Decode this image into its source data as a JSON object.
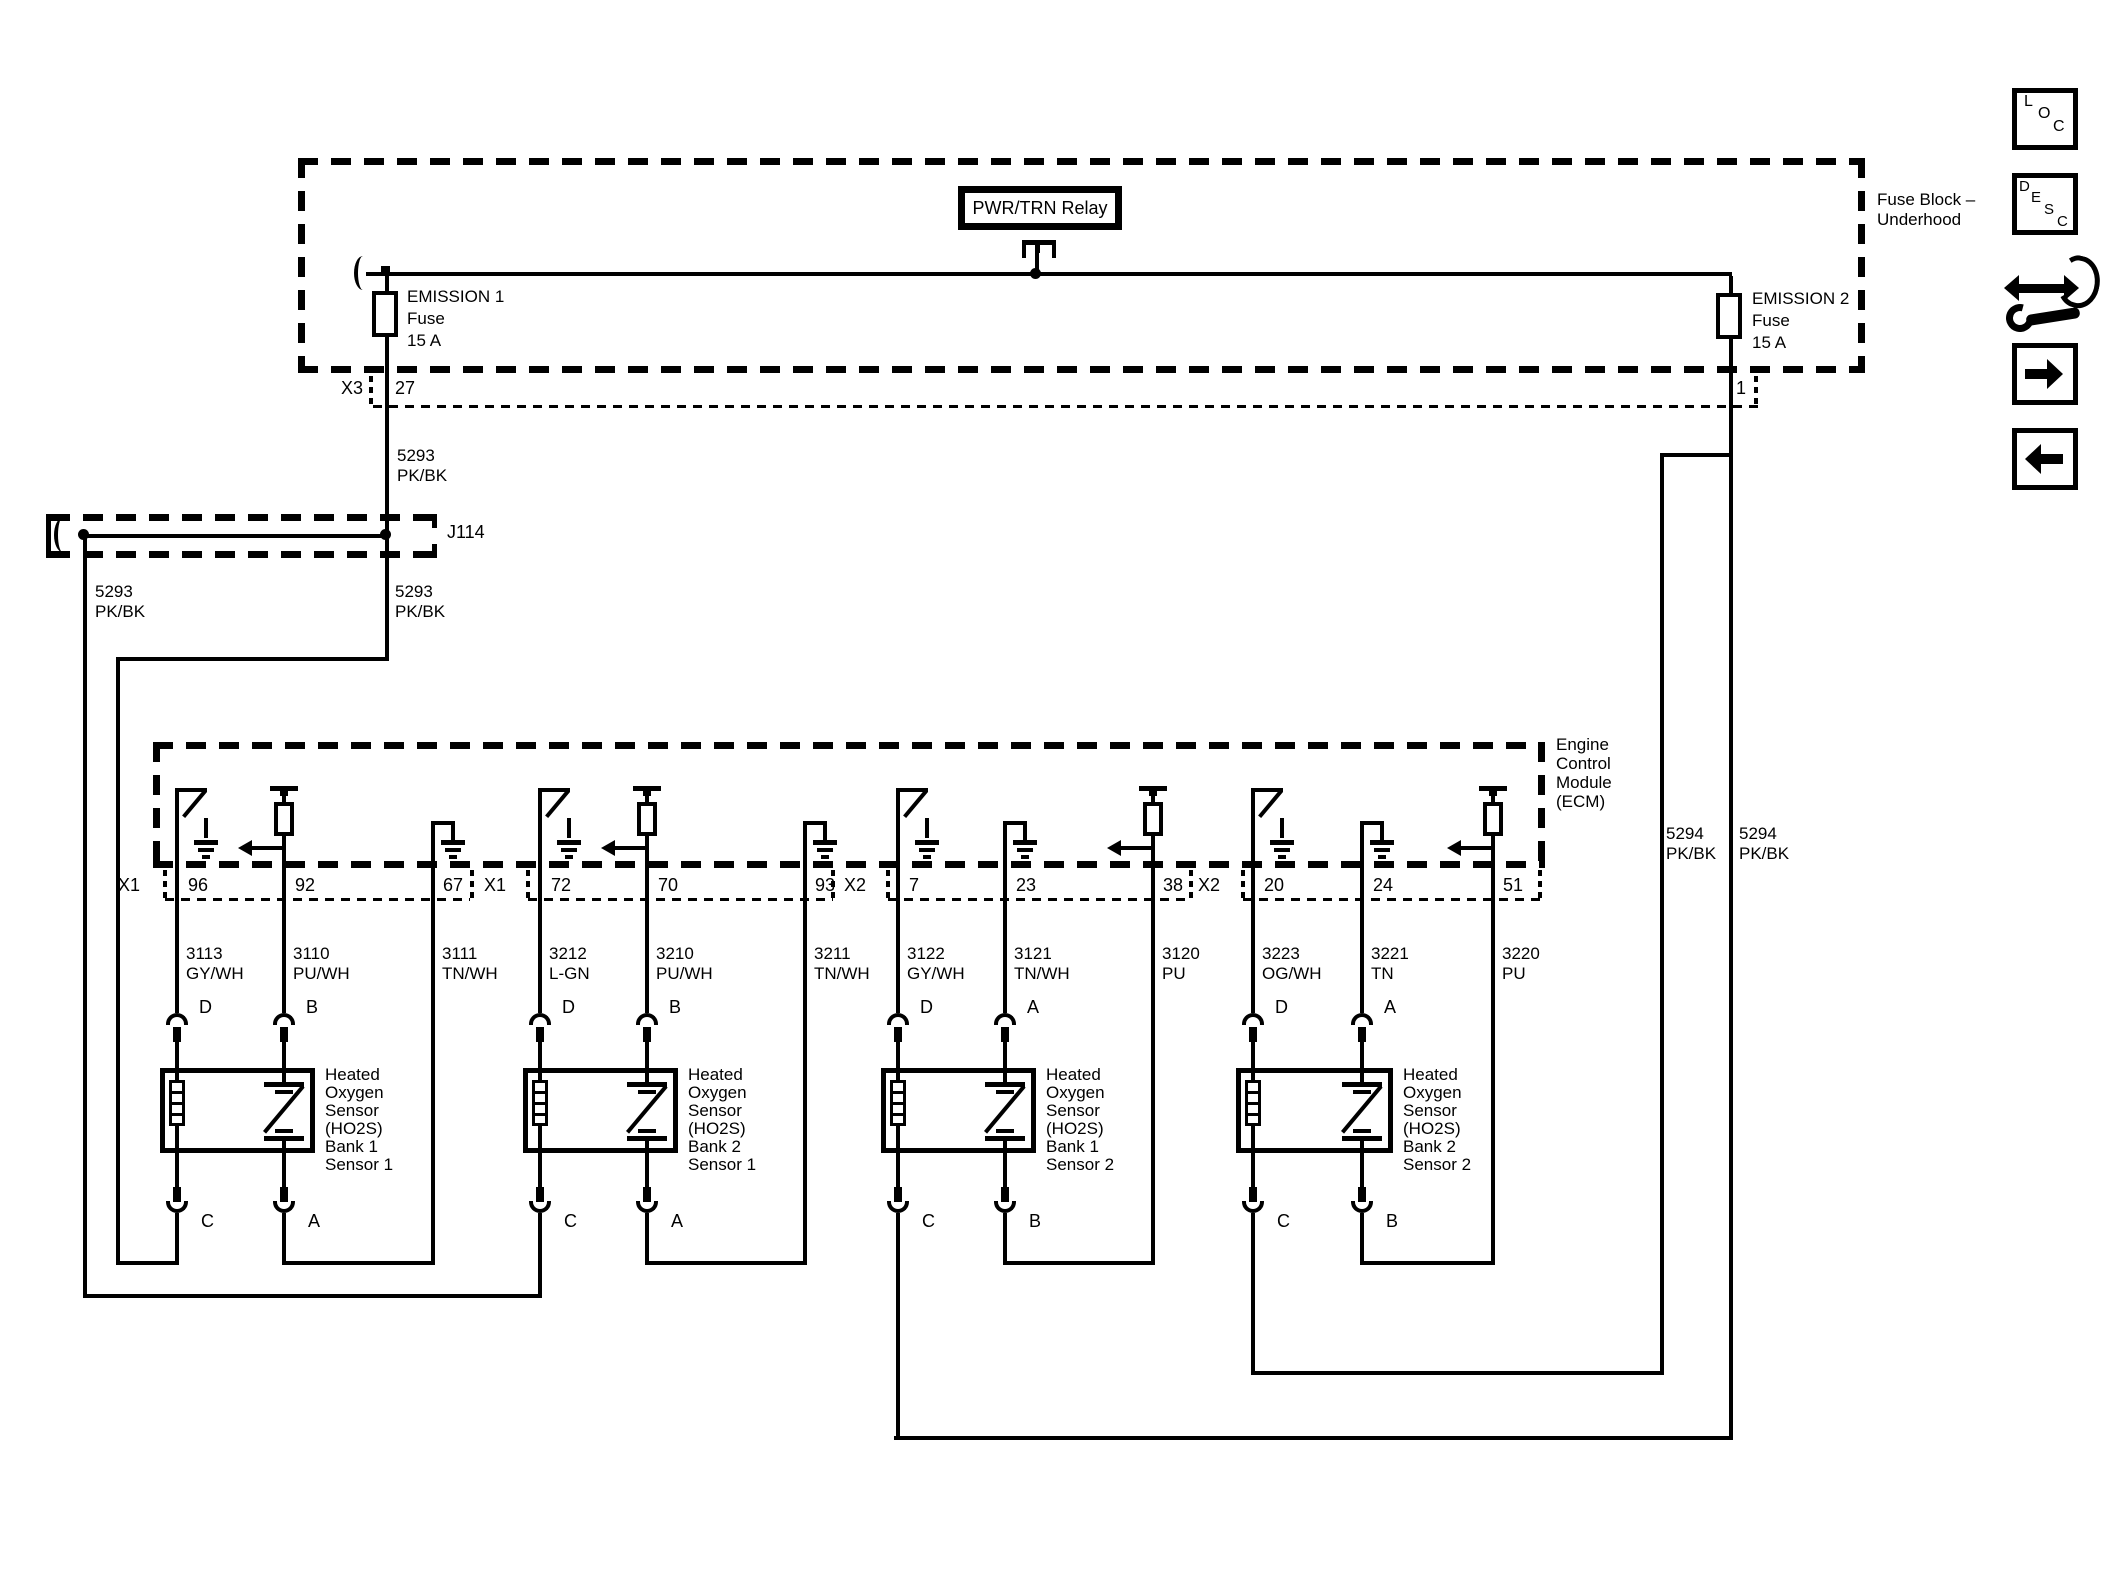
{
  "colors": {
    "line": "#000000",
    "background": "#ffffff"
  },
  "toolbar": {
    "loc": [
      "L",
      "O",
      "C"
    ],
    "desc": [
      "D",
      "E",
      "S",
      "C"
    ]
  },
  "fuse_block": {
    "title": "Fuse Block –\nUnderhood",
    "relay_label": "PWR/TRN Relay",
    "fuse1": {
      "name": "EMISSION 1",
      "kind": "Fuse",
      "rating": "15 A",
      "connector": "X3",
      "pin": "27"
    },
    "fuse2": {
      "name": "EMISSION 2",
      "kind": "Fuse",
      "rating": "15 A",
      "pin": "1"
    }
  },
  "splice": {
    "id": "J114"
  },
  "wires": {
    "w5293_upper": "5293\nPK/BK",
    "w5293_left": "5293\nPK/BK",
    "w5293_right": "5293\nPK/BK",
    "w5294_inner": "5294\nPK/BK",
    "w5294_outer": "5294\nPK/BK"
  },
  "ecm": {
    "title": "Engine\nControl\nModule\n(ECM)",
    "groups": [
      {
        "conn": "X1",
        "pins": [
          "96",
          "92",
          "67"
        ],
        "wires": [
          "3113\nGY/WH",
          "3110\nPU/WH",
          "3111\nTN/WH"
        ]
      },
      {
        "conn": "X1",
        "pins": [
          "72",
          "70",
          "93"
        ],
        "wires": [
          "3212\nL-GN",
          "3210\nPU/WH",
          "3211\nTN/WH"
        ]
      },
      {
        "conn": "X2",
        "pins": [
          "7",
          "23",
          "38"
        ],
        "wires": [
          "3122\nGY/WH",
          "3121\nTN/WH",
          "3120\nPU"
        ]
      },
      {
        "conn": "X2",
        "pins": [
          "20",
          "24",
          "51"
        ],
        "wires": [
          "3223\nOG/WH",
          "3221\nTN",
          "3220\nPU"
        ]
      }
    ]
  },
  "sensors": [
    {
      "label": "Heated\nOxygen\nSensor\n(HO2S)\nBank 1\nSensor 1",
      "top": [
        "D",
        "B"
      ],
      "bottom": [
        "C",
        "A"
      ]
    },
    {
      "label": "Heated\nOxygen\nSensor\n(HO2S)\nBank 2\nSensor 1",
      "top": [
        "D",
        "B"
      ],
      "bottom": [
        "C",
        "A"
      ]
    },
    {
      "label": "Heated\nOxygen\nSensor\n(HO2S)\nBank 1\nSensor 2",
      "top": [
        "D",
        "A"
      ],
      "bottom": [
        "C",
        "B"
      ]
    },
    {
      "label": "Heated\nOxygen\nSensor\n(HO2S)\nBank 2\nSensor 2",
      "top": [
        "D",
        "A"
      ],
      "bottom": [
        "C",
        "B"
      ]
    }
  ]
}
